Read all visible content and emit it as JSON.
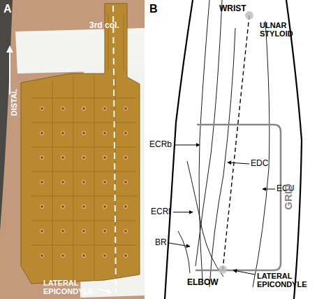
{
  "diagram": {
    "labels": [
      "A",
      "DISTAL",
      "3rd col.",
      "LATERAL EPICONDYLE",
      "B",
      "WRIST",
      "ULNAR STYLOID",
      "ECRb",
      "EDC",
      "ECU",
      "ECRl",
      "BR",
      "GRID",
      "ELBOW",
      "LATERAL EPICONDYLE"
    ]
  }
}
